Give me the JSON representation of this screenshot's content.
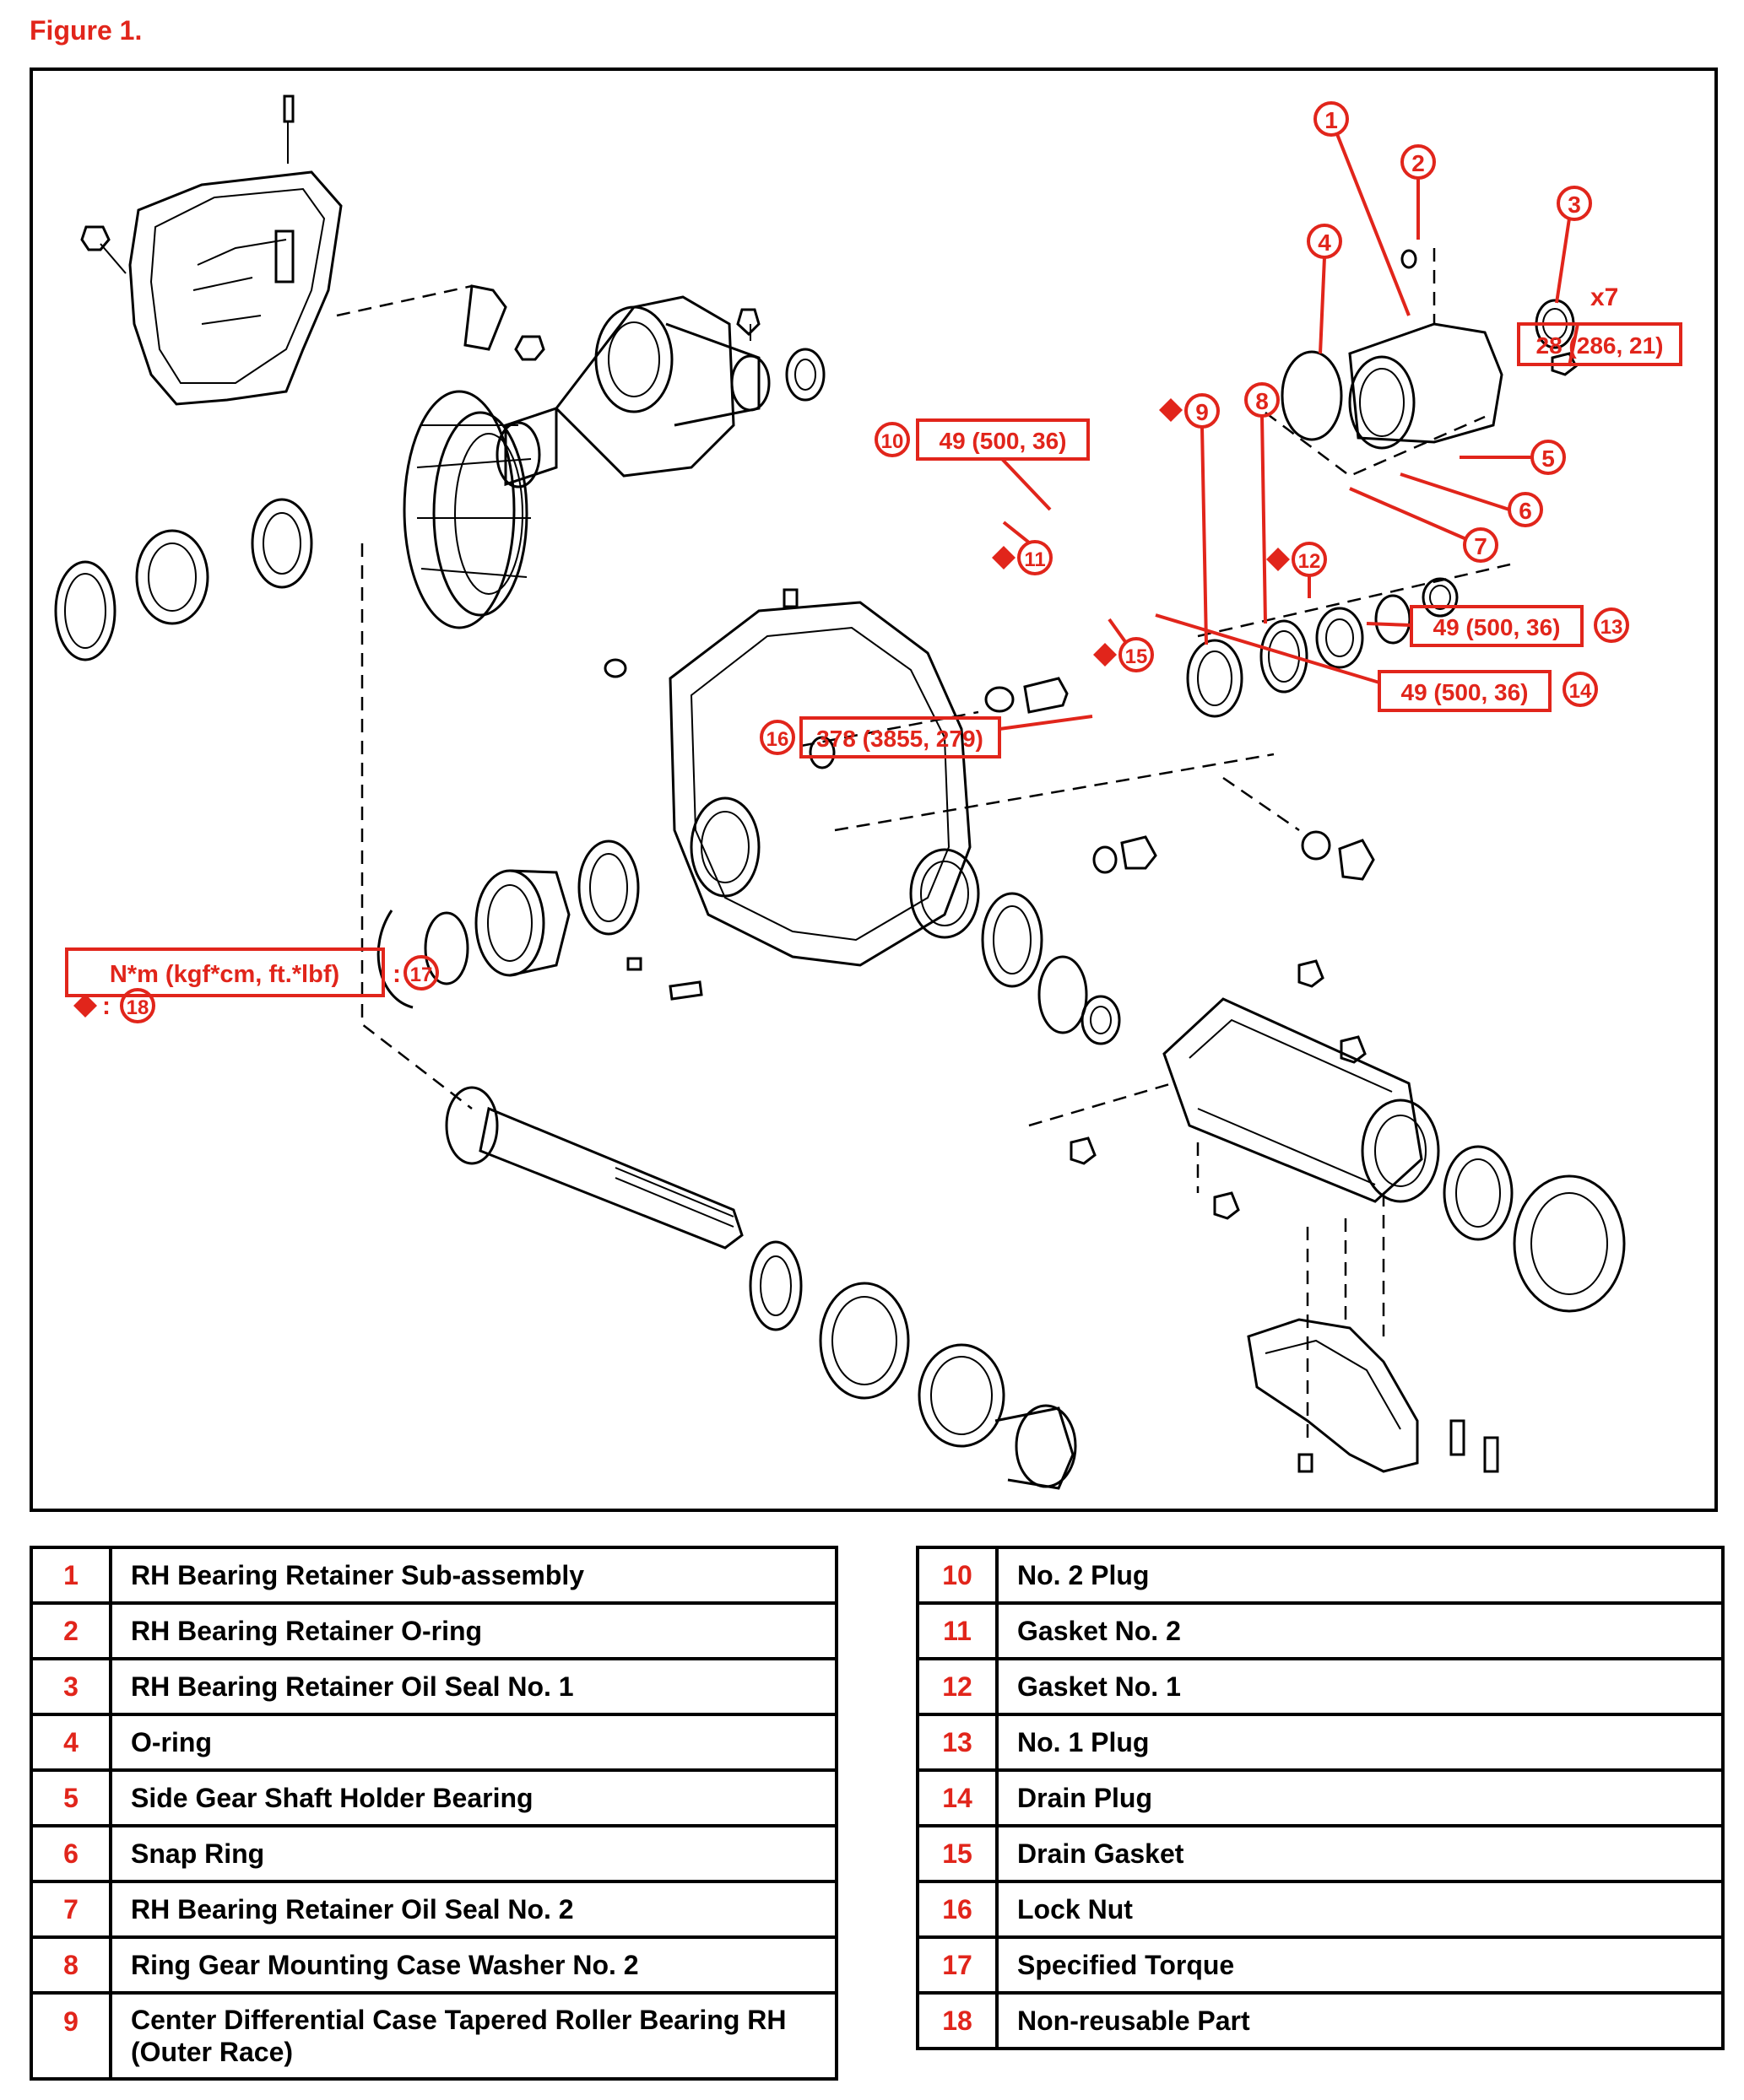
{
  "figure_title": "Figure 1.",
  "callouts": {
    "c1": "1",
    "c2": "2",
    "c3": "3",
    "c4": "4",
    "c5": "5",
    "c6": "6",
    "c7": "7",
    "c8": "8",
    "c9": "9",
    "c10": "10",
    "c11": "11",
    "c12": "12",
    "c13": "13",
    "c14": "14",
    "c15": "15",
    "c16": "16",
    "c17": "17",
    "c18": "18",
    "x7": "x7"
  },
  "torque_labels": {
    "t3": "28 (286, 21)",
    "t10": "49 (500, 36)",
    "t13": "49 (500, 36)",
    "t14": "49 (500, 36)",
    "t16": "378 (3855, 279)"
  },
  "legend": {
    "torque_unit": "N*m (kgf*cm, ft.*lbf)",
    "colon": ":",
    "diamond_colon": ":"
  },
  "parts_left": [
    {
      "num": "1",
      "name": "RH Bearing Retainer Sub-assembly"
    },
    {
      "num": "2",
      "name": "RH Bearing Retainer O-ring"
    },
    {
      "num": "3",
      "name": "RH Bearing Retainer Oil Seal No. 1"
    },
    {
      "num": "4",
      "name": "O-ring"
    },
    {
      "num": "5",
      "name": "Side Gear Shaft Holder Bearing"
    },
    {
      "num": "6",
      "name": "Snap Ring"
    },
    {
      "num": "7",
      "name": "RH Bearing Retainer Oil Seal No. 2"
    },
    {
      "num": "8",
      "name": "Ring Gear Mounting Case Washer No. 2"
    },
    {
      "num": "9",
      "name": "Center Differential Case Tapered Roller Bearing RH",
      "name2": "(Outer Race)"
    }
  ],
  "parts_right": [
    {
      "num": "10",
      "name": "No. 2 Plug"
    },
    {
      "num": "11",
      "name": "Gasket No. 2"
    },
    {
      "num": "12",
      "name": "Gasket No. 1"
    },
    {
      "num": "13",
      "name": "No. 1 Plug"
    },
    {
      "num": "14",
      "name": "Drain Plug"
    },
    {
      "num": "15",
      "name": "Drain Gasket"
    },
    {
      "num": "16",
      "name": "Lock Nut"
    },
    {
      "num": "17",
      "name": "Specified Torque"
    },
    {
      "num": "18",
      "name": "Non-reusable Part"
    }
  ],
  "colors": {
    "accent": "#e1251b",
    "ink": "#000000"
  }
}
